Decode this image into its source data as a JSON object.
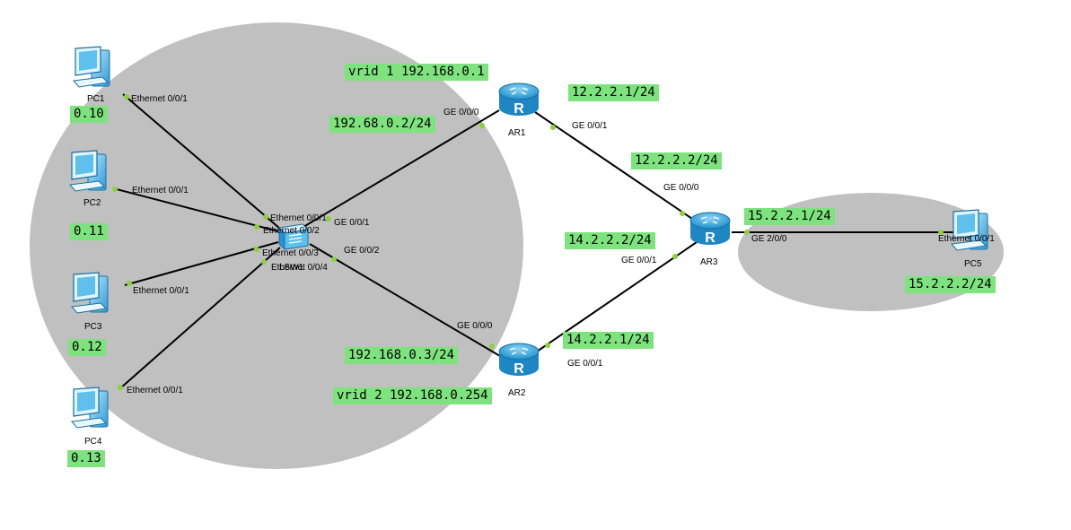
{
  "devices": {
    "pc1": "PC1",
    "pc2": "PC2",
    "pc3": "PC3",
    "pc4": "PC4",
    "pc5": "PC5",
    "lsw": "LSW1",
    "ar1": "AR1",
    "ar2": "AR2",
    "ar3": "AR3"
  },
  "ports": {
    "pc1_eth": "Ethernet 0/0/1",
    "pc2_eth": "Ethernet 0/0/1",
    "pc3_eth": "Ethernet 0/0/1",
    "pc4_eth": "Ethernet 0/0/1",
    "lsw_e1": "Ethernet 0/0/1",
    "lsw_e2": "Ethernet 0/0/2",
    "lsw_e3": "Ethernet 0/0/3",
    "lsw_e4": "Ethernet 0/0/4",
    "lsw_g1": "GE 0/0/1",
    "lsw_g2": "GE 0/0/2",
    "ar1_g0": "GE 0/0/0",
    "ar1_g1": "GE 0/0/1",
    "ar2_g0": "GE 0/0/0",
    "ar2_g1": "GE 0/0/1",
    "ar3_g0": "GE 0/0/0",
    "ar3_g1": "GE 0/0/1",
    "ar3_g2": "GE 2/0/0",
    "pc5_eth": "Ethernet 0/0/1"
  },
  "notes": {
    "pc1_ip": "0.10",
    "pc2_ip": "0.11",
    "pc3_ip": "0.12",
    "pc4_ip": "0.13",
    "vrid1": "vrid 1 192.168.0.1",
    "ar1_lan": "192.68.0.2/24",
    "ar1_wan": "12.2.2.1/24",
    "ar3_to_ar1": "12.2.2.2/24",
    "ar3_to_ar2": "14.2.2.2/24",
    "ar2_wan": "14.2.2.1/24",
    "ar2_lan": "192.168.0.3/24",
    "vrid2": "vrid 2 192.168.0.254",
    "ar3_to_pc5": "15.2.2.1/24",
    "pc5_ip": "15.2.2.2/24"
  },
  "colors": {
    "zone": "#c0c0c0",
    "label_bg": "#7ee37e",
    "port_dot": "#8ccf3f",
    "router": "#2b9fd6",
    "pc": "#35a7e0"
  }
}
